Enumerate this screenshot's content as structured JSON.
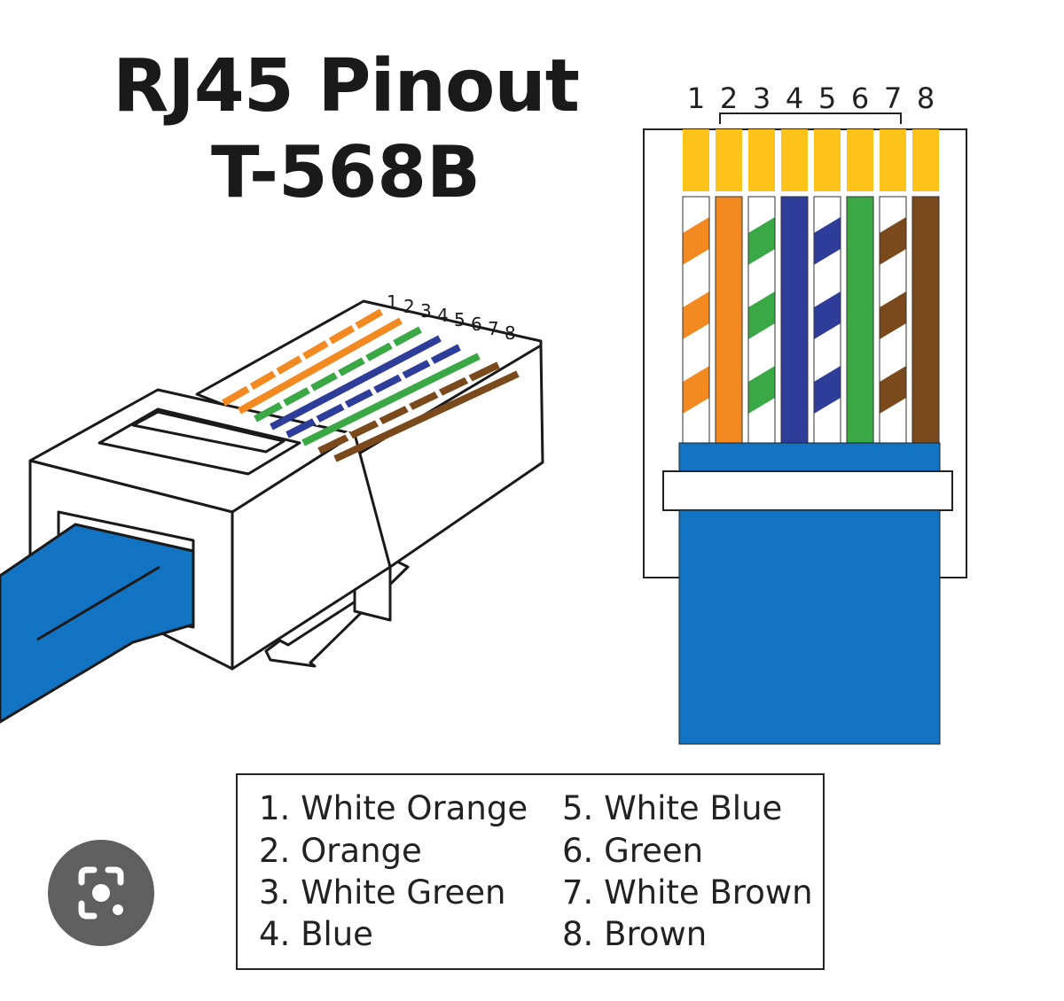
{
  "title": "RJ45 Pinout",
  "subtitle": "T-568B",
  "pin_numbers": [
    "1",
    "2",
    "3",
    "4",
    "5",
    "6",
    "7",
    "8"
  ],
  "legend": [
    {
      "num": "1",
      "label": "1. White Orange"
    },
    {
      "num": "2",
      "label": "2. Orange"
    },
    {
      "num": "3",
      "label": "3. White Green"
    },
    {
      "num": "4",
      "label": "4. Blue"
    },
    {
      "num": "5",
      "label": "5. White Blue"
    },
    {
      "num": "6",
      "label": "6. Green"
    },
    {
      "num": "7",
      "label": "7. White Brown"
    },
    {
      "num": "8",
      "label": "8. Brown"
    }
  ],
  "wires": [
    {
      "pin": 1,
      "color": "#f28a21",
      "striped": true
    },
    {
      "pin": 2,
      "color": "#f28a21",
      "striped": false
    },
    {
      "pin": 3,
      "color": "#3aa845",
      "striped": true
    },
    {
      "pin": 4,
      "color": "#2e3d9a",
      "striped": false
    },
    {
      "pin": 5,
      "color": "#2e3d9a",
      "striped": true
    },
    {
      "pin": 6,
      "color": "#3aa845",
      "striped": false
    },
    {
      "pin": 7,
      "color": "#7a4a1c",
      "striped": true
    },
    {
      "pin": 8,
      "color": "#7a4a1c",
      "striped": false
    }
  ],
  "colors": {
    "cable": "#1273c2",
    "contact": "#fdc31b",
    "outline": "#1a1a1a",
    "lens_bg": "#5f5f5f"
  },
  "icons": {
    "lens": "camera-lens-icon"
  }
}
